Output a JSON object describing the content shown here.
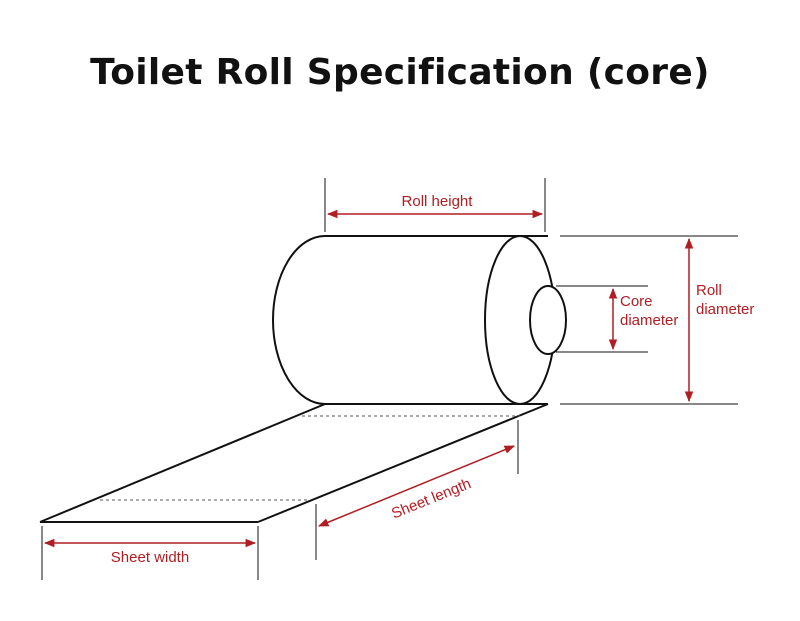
{
  "title": "Toilet Roll Specification (core)",
  "labels": {
    "roll_height": "Roll height",
    "roll_diameter_line1": "Roll",
    "roll_diameter_line2": "diameter",
    "core_diameter_line1": "Core",
    "core_diameter_line2": "diameter",
    "sheet_length": "Sheet length",
    "sheet_width": "Sheet width"
  },
  "colors": {
    "outline": "#111111",
    "dimension": "#b01e23",
    "text": "#b01e23",
    "guide": "#555555"
  }
}
